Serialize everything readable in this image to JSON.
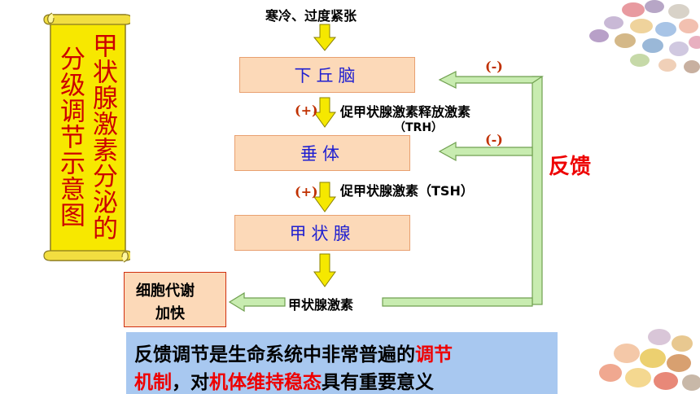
{
  "scroll": {
    "col1": "甲状腺激素分泌的",
    "col2": "分级调节示意图"
  },
  "stimulus": "寒冷、过度紧张",
  "boxes": {
    "hypothalamus": "下丘脑",
    "pituitary": "垂体",
    "thyroid": "甲状腺",
    "metabolism_1": "细胞代谢",
    "metabolism_2": "加快"
  },
  "hormones": {
    "trh_1": "促甲状腺激素释放激素",
    "trh_2": "（TRH）",
    "tsh": "促甲状腺激素（TSH）",
    "th": "甲状腺激素"
  },
  "signs": {
    "plus1": "(+)",
    "plus2": "(+)",
    "minus1": "(-)",
    "minus2": "(-)"
  },
  "feedback_label": "反馈",
  "note": {
    "line1_a": "反馈调节是生命系统中非常普遍的",
    "line1_b": "调节",
    "line2_a": "机制",
    "line2_b": "，对",
    "line2_c": "机体维持稳态",
    "line2_d": "具有重要意义"
  },
  "colors": {
    "arrow_yellow": "#f5e800",
    "feedback_green": "#c8ecb0",
    "box_fill": "#fcd9b8",
    "scroll_fill": "#f7e800",
    "note_bg": "#a8c8f0"
  },
  "icons": {
    "down_arrow": "yellow-down-arrow",
    "left_arrow": "green-left-arrow",
    "decor": "candy-eggs-decoration"
  }
}
